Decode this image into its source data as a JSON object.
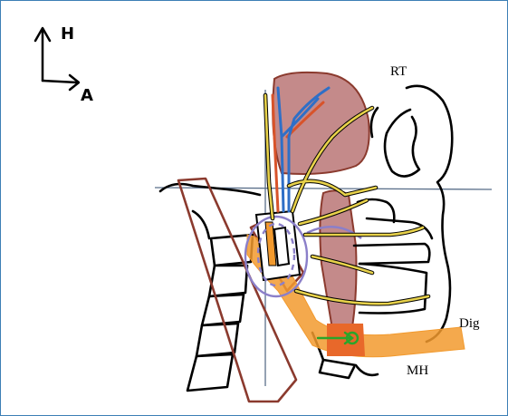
{
  "orientation": {
    "head_axis_label": "H",
    "anterior_axis_label": "A"
  },
  "labels": {
    "rt": "RT",
    "dig": "Dig",
    "mh": "MH"
  },
  "colors": {
    "border": "#3d7fb5",
    "muscle_fill": "#c48a8a",
    "muscle_outline": "#8b3a2e",
    "nerve_yellow": "#e8d24a",
    "vessel_blue": "#2e6fc7",
    "vessel_red": "#d8532a",
    "digastric_orange": "#f29a2e",
    "mylohyoid_orange": "#e8682a",
    "circle_purple": "#8b7fc9",
    "line_gray": "#5a6f8a",
    "green_mark": "#2aa52a"
  }
}
